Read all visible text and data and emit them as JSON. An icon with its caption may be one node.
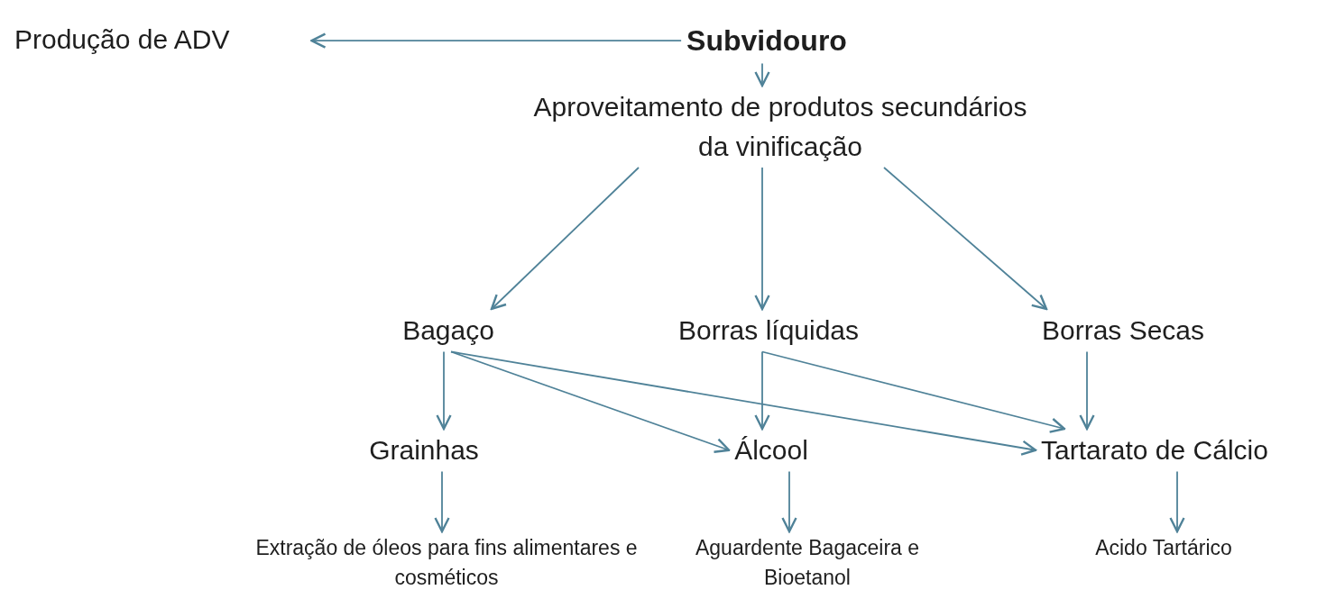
{
  "diagram": {
    "nodes": [
      {
        "text": [
          "Produção de ADV"
        ]
      },
      {
        "text": [
          "Subvidouro"
        ]
      },
      {
        "text": [
          "Aproveitamento de produtos secundários da vinificação"
        ]
      },
      {
        "text": [
          "Bagaço"
        ]
      },
      {
        "text": [
          "Borras líquidas"
        ]
      },
      {
        "text": [
          "Borras Secas"
        ]
      },
      {
        "text": [
          "Grainhas"
        ]
      },
      {
        "text": [
          "Álcool"
        ]
      },
      {
        "text": [
          "Tartarato de Cálcio"
        ]
      },
      {
        "text": [
          "Extração de óleos para fins alimentares e cosméticos"
        ]
      },
      {
        "text": [
          "Aguardente Bagaceira e Bioetanol"
        ]
      },
      {
        "text": [
          "Acido Tartárico"
        ]
      }
    ],
    "edges": [
      {
        "from": 1,
        "to": 0,
        "arrow": "to"
      },
      {
        "from": 1,
        "to": 2,
        "arrow": "to"
      },
      {
        "from": 2,
        "to": 3,
        "arrow": "to"
      },
      {
        "from": 2,
        "to": 4,
        "arrow": "to"
      },
      {
        "from": 2,
        "to": 5,
        "arrow": "to"
      },
      {
        "from": 3,
        "to": 6,
        "arrow": "to"
      },
      {
        "from": 3,
        "to": 7,
        "arrow": "to"
      },
      {
        "from": 3,
        "to": 8,
        "arrow": "to"
      },
      {
        "from": 4,
        "to": 7,
        "arrow": "to"
      },
      {
        "from": 4,
        "to": 8,
        "arrow": "to"
      },
      {
        "from": 5,
        "to": 8,
        "arrow": "to"
      },
      {
        "from": 6,
        "to": 9,
        "arrow": "to"
      },
      {
        "from": 7,
        "to": 10,
        "arrow": "to"
      },
      {
        "from": 8,
        "to": 11,
        "arrow": "to"
      }
    ]
  }
}
